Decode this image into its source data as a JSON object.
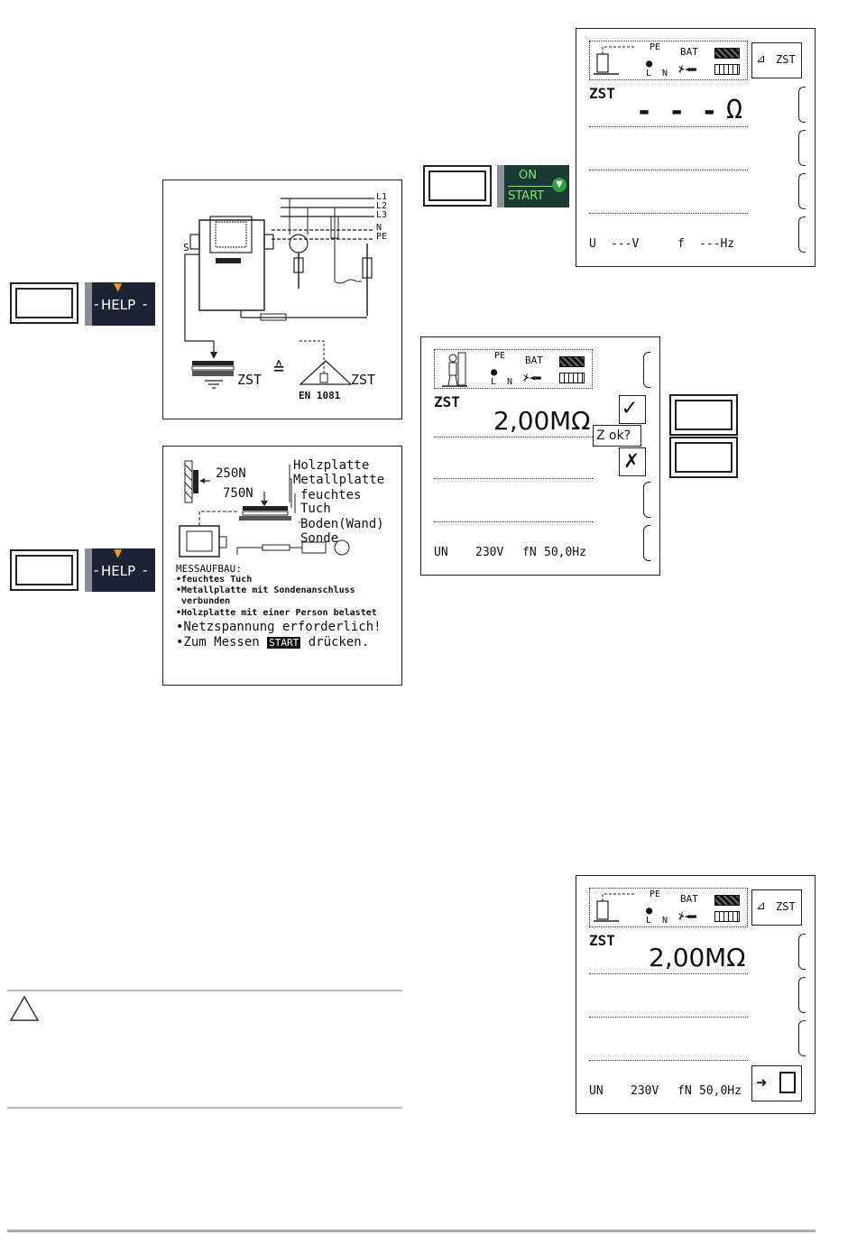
{
  "help_buttons": [
    {
      "label": "HELP"
    },
    {
      "label": "HELP"
    }
  ],
  "start_button": {
    "label_top": "ON",
    "label_bottom": "START"
  },
  "diagram_1": {
    "lines": [
      "L1",
      "L2",
      "L3",
      "N",
      "PE"
    ],
    "probe_label": "S",
    "zst_left": "ZST",
    "zst_right": "ZST",
    "equiv_symbol": "≙",
    "norm": "EN 1081"
  },
  "diagram_2": {
    "force_top": "250N",
    "force_bottom": "750N",
    "labels": [
      "Holzplatte",
      "Metallplatte",
      "feuchtes",
      "Tuch",
      "Boden(Wand)",
      "Sonde"
    ],
    "heading": "MESSAUFBAU:",
    "bullets_small": [
      "•feuchtes Tuch",
      "•Metallplatte mit Sondenanschluss",
      " verbunden",
      "•Holzplatte mit einer Person belastet"
    ],
    "bullet_mains": "•Netzspannung erforderlich!",
    "bullet_start_pre": "•Zum Messen",
    "bullet_start_key": "START",
    "bullet_start_post": "drücken."
  },
  "screen_1": {
    "icon_pe": "PE",
    "icon_l": "L",
    "icon_n": "N",
    "icon_bat": "BAT",
    "softkey_zst": "ZST",
    "label": "ZST",
    "value": "- - -",
    "unit": "Ω",
    "status_u": "U",
    "status_u_val": "---V",
    "status_f": "f",
    "status_f_val": "---Hz"
  },
  "screen_2": {
    "icon_pe": "PE",
    "icon_l": "L",
    "icon_n": "N",
    "icon_bat": "BAT",
    "label": "ZST",
    "value": "2,00",
    "unit": "MΩ",
    "popup": "Z ok?",
    "status_un": "UN",
    "status_un_val": "230V",
    "status_fn": "fN",
    "status_fn_val": "50,0Hz"
  },
  "screen_3": {
    "icon_pe": "PE",
    "icon_l": "L",
    "icon_n": "N",
    "icon_bat": "BAT",
    "softkey_zst": "ZST",
    "label": "ZST",
    "value": "2,00",
    "unit": "MΩ",
    "status_un": "UN",
    "status_un_val": "230V",
    "status_fn": "fN",
    "status_fn_val": "50,0Hz"
  },
  "warning_icon": "warning-triangle-icon"
}
